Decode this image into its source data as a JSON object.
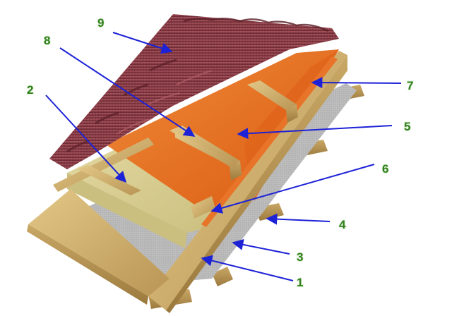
{
  "diagram": {
    "labels": [
      "9",
      "8",
      "2",
      "7",
      "5",
      "6",
      "4",
      "3",
      "1"
    ],
    "colors": {
      "arrow": "#1d22d6",
      "label": "#2f7f1b",
      "wood": "#d2b374",
      "wood_dark": "#a98748",
      "membrane": "#e86a1c",
      "insulation": "#d9cf95",
      "vapor_film": "#b9b9b9",
      "tiles": "#8e3b44"
    },
    "layers": [
      "roof-tiles",
      "battens",
      "counter-battens",
      "waterproof-membrane",
      "rafters",
      "mineral-wool-insulation",
      "vapor-barrier-film",
      "ceiling-joists"
    ]
  }
}
